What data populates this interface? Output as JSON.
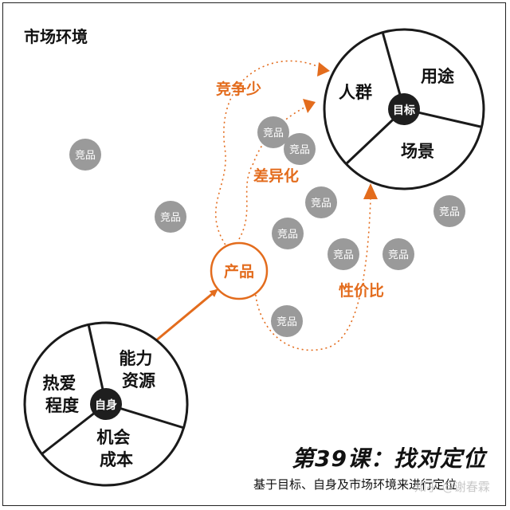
{
  "market_label": "市场环境",
  "target": {
    "center": "目标",
    "segments": [
      "人群",
      "用途",
      "场景"
    ]
  },
  "self": {
    "center": "自身",
    "segments": [
      "能力\n资源",
      "热爱\n程度",
      "机会\n成本"
    ]
  },
  "product": "产品",
  "paths": [
    "竞争少",
    "差异化",
    "性价比"
  ],
  "competitor_label": "竞品",
  "lesson": {
    "title": "第39课：找对定位",
    "subtitle": "基于目标、自身及市场环境来进行定位"
  },
  "watermark": "知乎 @谢春霖",
  "colors": {
    "accent": "#e36c1d",
    "competitor_fill": "#9a9a9a",
    "center_fill": "#1e1e1e"
  }
}
